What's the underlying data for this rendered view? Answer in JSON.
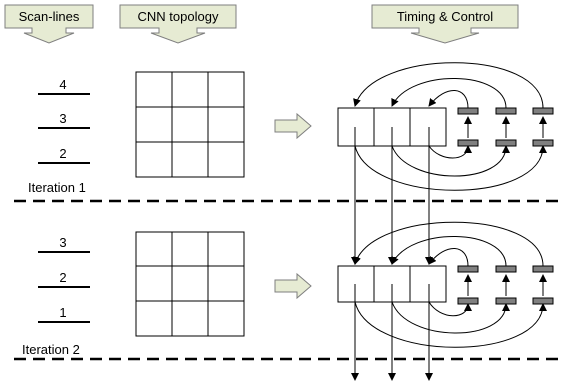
{
  "headers": {
    "scan_lines": "Scan-lines",
    "cnn_topology": "CNN topology",
    "timing_control": "Timing & Control"
  },
  "iteration1": {
    "label": "Iteration 1",
    "scan_lines": [
      "4",
      "3",
      "2"
    ]
  },
  "iteration2": {
    "label": "Iteration 2",
    "scan_lines": [
      "3",
      "2",
      "1"
    ]
  },
  "colors": {
    "header_fill": "#e6ebd3",
    "arrow_fill": "#e6ebd3",
    "register_fill": "#808080",
    "line": "#000000"
  }
}
